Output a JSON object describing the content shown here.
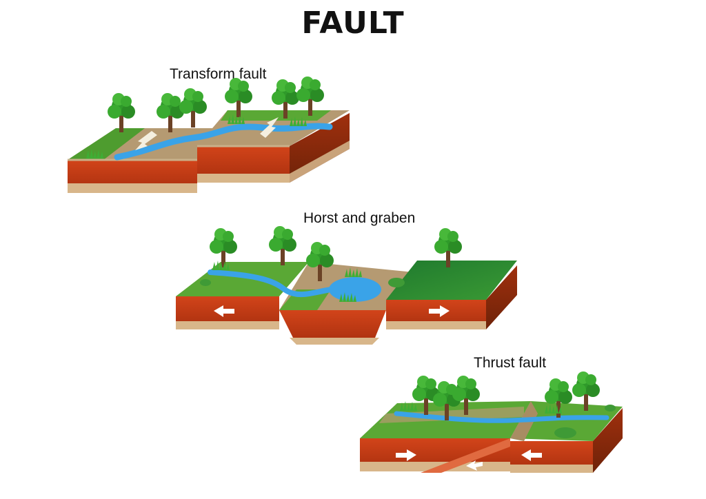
{
  "title": "FAULT",
  "diagrams": [
    {
      "id": "transform",
      "label": "Transform fault"
    },
    {
      "id": "horst",
      "label": "Horst and graben"
    },
    {
      "id": "thrust",
      "label": "Thrust fault"
    }
  ],
  "colors": {
    "grass": "#5aa835",
    "grass_dark": "#2f7f2a",
    "ground": "#b59a72",
    "rock_red": "#c73a12",
    "rock_dark": "#8a2a10",
    "sand": "#d8b68a",
    "water": "#3aa3e8",
    "arrow": "#ffffff"
  }
}
